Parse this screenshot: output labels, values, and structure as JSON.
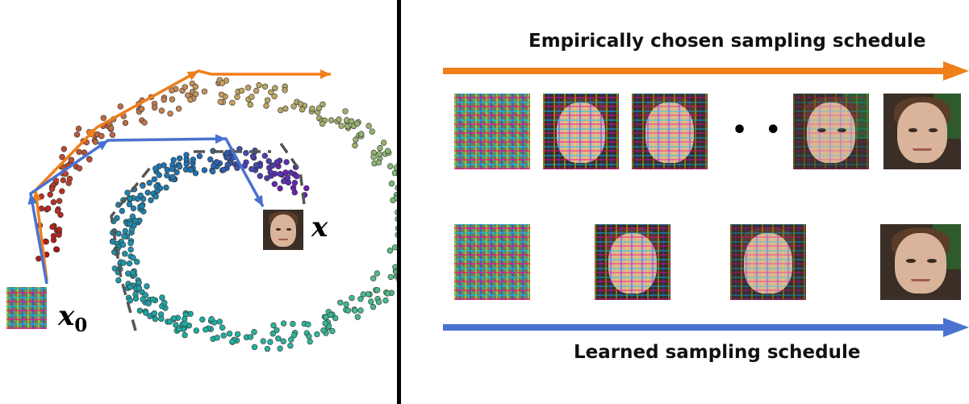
{
  "manifold": {
    "start_label": "x",
    "start_subscript": "0",
    "end_label": "x",
    "colors": {
      "empirical_path": "#f07e1a",
      "learned_path": "#4a72d0",
      "dashed_guide": "#555555",
      "points_start": "#b01818",
      "points_mid": "#c8a060",
      "points_outer": "#6fbf7a",
      "points_inner_blue": "#1f6fb0",
      "points_inner_purple": "#6a1fb0",
      "points_inner_teal": "#1fb0a0"
    }
  },
  "schedules": {
    "empirical_title": "Empirically chosen sampling schedule",
    "learned_title": "Learned sampling schedule",
    "ellipsis": "• • •",
    "empirical_color": "#f07e1a",
    "learned_color": "#4a72d0"
  }
}
